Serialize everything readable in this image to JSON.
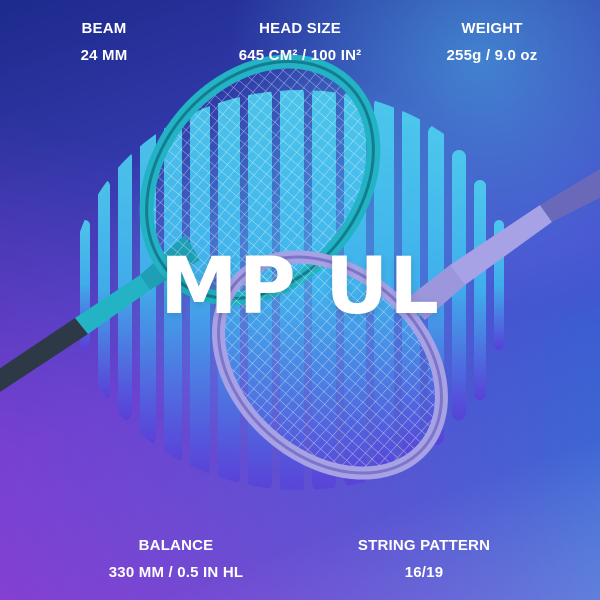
{
  "model_name": "MP UL",
  "specs": {
    "beam": {
      "label": "BEAM",
      "value": "24 MM"
    },
    "head_size": {
      "label": "HEAD SIZE",
      "value": "645 CM² / 100  IN²"
    },
    "weight": {
      "label": "WEIGHT",
      "value": "255g / 9.0 oz"
    },
    "balance": {
      "label": "BALANCE",
      "value": "330 MM / 0.5 IN HL"
    },
    "string_pattern": {
      "label": "STRING PATTERN",
      "value": "16/19"
    }
  },
  "colors": {
    "teal_racket": "#23b3c4",
    "lilac_racket": "#a7a2e6",
    "accent_cyan": "#39d6ee",
    "accent_purple": "#8d3bd6"
  },
  "icons": [
    "racket-teal-icon",
    "racket-lilac-icon",
    "sphere-stripes-icon"
  ]
}
